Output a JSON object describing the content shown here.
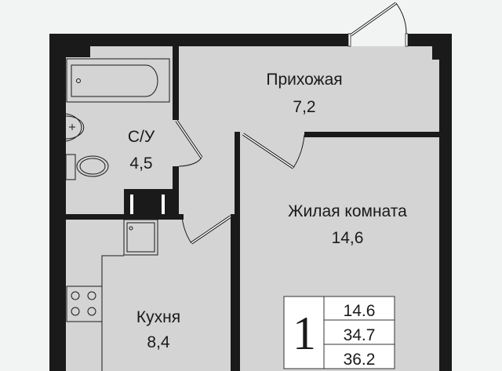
{
  "rooms": {
    "hallway": {
      "name": "Прихожая",
      "area": "7,2"
    },
    "bathroom": {
      "name": "С/У",
      "area": "4,5"
    },
    "living_room": {
      "name": "Жилая комната",
      "area": "14,6"
    },
    "kitchen": {
      "name": "Кухня",
      "area": "8,4"
    }
  },
  "info_box": {
    "rooms_count": "1",
    "living_area": "14.6",
    "total_area_no_balcony": "34.7",
    "total_area": "36.2"
  },
  "colors": {
    "background": "#f2f3f3",
    "wall": "#1a1a1a",
    "floor": "#d4d4d4"
  }
}
